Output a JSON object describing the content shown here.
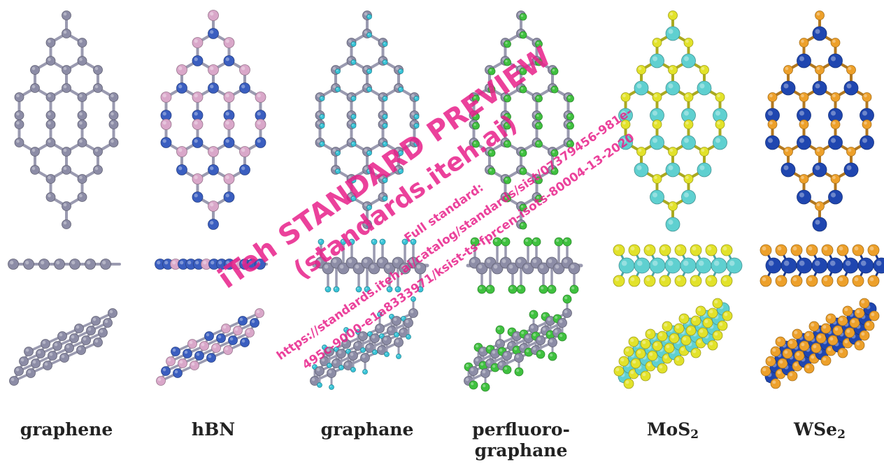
{
  "colors": {
    "C": "#8c8ca6",
    "B": "#d9a7c9",
    "N": "#3a5ec0",
    "H": "#38c4d8",
    "F": "#3fc13f",
    "Mo": "#5fd0d0",
    "S": "#e2e22a",
    "W": "#1f46b0",
    "Se": "#eda02a",
    "bond": "#9a9ab0",
    "watermark": "#e8208a"
  },
  "materials": [
    {
      "id": "graphene",
      "label": "graphene",
      "label_sub": "",
      "label_line2": "",
      "atom_a": "C",
      "atom_b": "C",
      "decor": "none"
    },
    {
      "id": "hbn",
      "label": "hBN",
      "label_sub": "",
      "label_line2": "",
      "atom_a": "B",
      "atom_b": "N",
      "decor": "none"
    },
    {
      "id": "graphane",
      "label": "graphane",
      "label_sub": "",
      "label_line2": "",
      "atom_a": "C",
      "atom_b": "C",
      "decor": "H"
    },
    {
      "id": "perfluorographane",
      "label": "perfluoro-",
      "label_sub": "",
      "label_line2": "graphane",
      "atom_a": "C",
      "atom_b": "C",
      "decor": "F"
    },
    {
      "id": "mos2",
      "label": "MoS",
      "label_sub": "2",
      "label_line2": "",
      "atom_a": "Mo",
      "atom_b": "S",
      "decor": "tmd"
    },
    {
      "id": "wse2",
      "label": "WSe",
      "label_sub": "2",
      "label_line2": "",
      "atom_a": "W",
      "atom_b": "Se",
      "decor": "tmd"
    }
  ],
  "watermark": {
    "line1": "iTeh STANDARD PREVIEW",
    "line2": "(standards.iteh.ai)",
    "line3": "Full standard:",
    "line4": "https://standards.iteh.ai/catalog/standards/sist/07379456-981e-",
    "line5": "495c-9000-e1a8333971/ksist-ts-fprcen-isots-80004-13-2020"
  }
}
